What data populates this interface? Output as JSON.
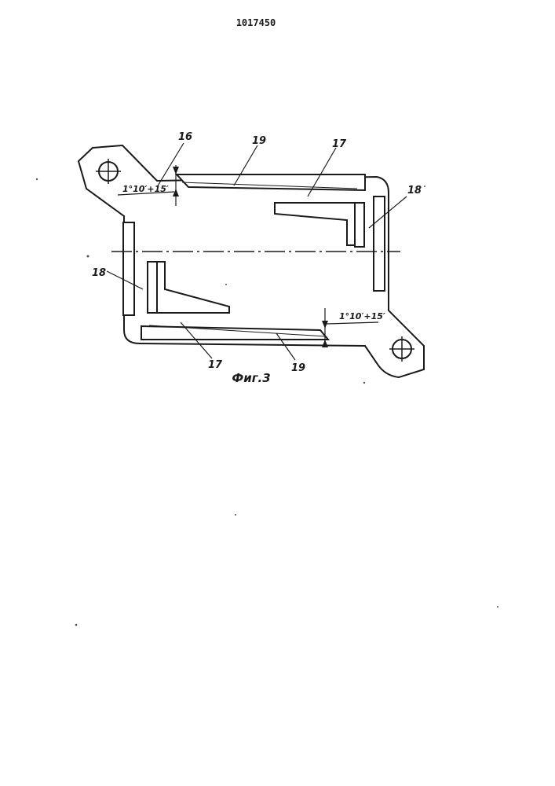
{
  "patent_number": "1017450",
  "figure_caption": "Фиг.3",
  "labels": {
    "part_16": "16",
    "part_17_top": "17",
    "part_17_bottom": "17",
    "part_18_right": "18",
    "part_18_left": "18",
    "part_19_top": "19",
    "part_19_bottom": "19"
  },
  "dimensions": {
    "angle_top": "1°10′+15′",
    "angle_bottom": "1°10′+15′"
  },
  "colors": {
    "ink": "#1a1a1a",
    "paper": "#ffffff"
  }
}
